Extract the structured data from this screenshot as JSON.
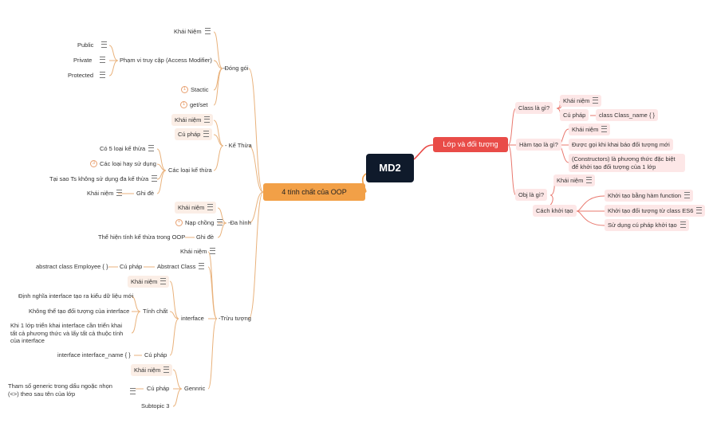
{
  "central": "MD2",
  "left_main": "4 tính chất của OOP",
  "right_main": "Lớp và đối tượng",
  "dong_goi": {
    "label": "-Đóng gói",
    "khai_niem": "Khái Niệm",
    "pham_vi": "Phạm vi truy cập (Access Modifier)",
    "public": "Public",
    "private": "Private",
    "protected": "Protected",
    "static": "Stactic",
    "getset": "get/set"
  },
  "ke_thua": {
    "label": "- Kế Thừa",
    "khai_niem": "Khái niệm",
    "cu_phap": "Cú pháp",
    "cac_loai": "Các loại kế thừa",
    "co5": "Có 5 loại kế thừa",
    "hay_dung": "Các loại hay sử dụng",
    "tai_sao": "Tại sao Ts không sử dụng đa kế thừa",
    "khai_niem2": "Khái niệm",
    "ghi_de": "Ghi đè"
  },
  "da_hinh": {
    "label": "-Đa hình",
    "khai_niem": "Khái niệm",
    "nap_chong": "Nạp chồng",
    "the_hien": "Thể hiện tính kế thừa trong OOP",
    "ghi_de": "Ghi đè"
  },
  "truu_tuong": {
    "label": "-Trừu tượng",
    "khai_niem": "Khái niệm",
    "abstract_class": "Abstract Class",
    "abs_cu_phap": "Cú pháp",
    "abs_code": "abstract class Employee { }",
    "interface": "interface",
    "if_khai_niem": "Khái niệm",
    "tinh_chat": "Tính chất",
    "tc1": "Định nghĩa interface tạo ra kiểu dữ liệu mới",
    "tc2": "Không thể tạo đối tượng của interface",
    "tc3": "Khi 1 lớp triển khai interface cần triển khai tất cả phương thức và lấy tất cả thuộc tính của interface",
    "if_cu_phap": "Cú pháp",
    "if_code": "interface interface_name {  }",
    "gennric": "Gennric",
    "g_khai_niem": "Khái niệm",
    "g_cu_phap": "Cú pháp",
    "g_text": "Tham số generic trong dấu ngoặc nhọn (<>) theo sau tên của lớp",
    "subtopic": "Subtopic 3"
  },
  "lop": {
    "class_la_gi": "Class là gì?",
    "khai_niem": "Khái niệm",
    "cu_phap": "Cú pháp",
    "class_code": "class Class_name {  }",
    "ham_tao": "Hàm tạo là gì?",
    "ht_khai_niem": "Khái niệm",
    "ht1": "Được gọi khi khai báo đối tượng mới",
    "ht2": "(Constructors) là phương thức đặc biệt để khởi tạo đối tượng của 1 lớp",
    "obj": "Obj là gì?",
    "obj_khai_niem": "Khái niệm",
    "cach_khoi_tao": "Cách khởi tạo",
    "k1": "Khởi tạo bằng hàm function",
    "k2": "Khởi tạo đối tượng từ class ES6",
    "k3": "Sử dụng cú pháp khởi tạo"
  },
  "colors": {
    "central": "#0f1a2b",
    "left_main": "#f2a047",
    "right_main": "#e94c48",
    "left_line": "#e9b27c",
    "right_line": "#e9786e"
  }
}
